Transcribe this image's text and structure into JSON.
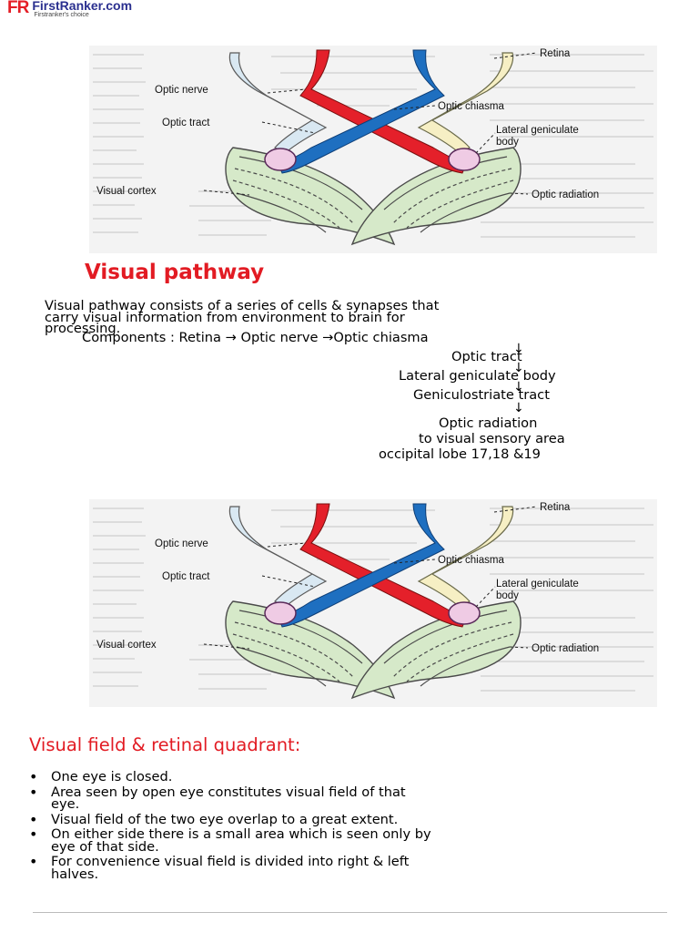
{
  "header": {
    "logo_mark": "FR",
    "logo_name": "FirstRanker.com",
    "logo_tagline": "Firstranker's choice"
  },
  "diagram": {
    "labels": {
      "retina": "Retina",
      "optic_nerve": "Optic nerve",
      "optic_chiasma": "Optic chiasma",
      "optic_tract": "Optic tract",
      "lateral_geniculate_1": "Lateral geniculate",
      "lateral_geniculate_2": "body",
      "visual_cortex": "Visual cortex",
      "optic_radiation": "Optic radiation"
    },
    "colors": {
      "red": "#e4202a",
      "blue": "#1e6fc0",
      "pale_blue": "#d9e8f2",
      "cream": "#f6efc4",
      "pink": "#efcbe4",
      "green": "#d6e9c9"
    }
  },
  "section1": {
    "title": "Visual pathway",
    "paragraph_lines": [
      "Visual pathway consists of a series of cells & synapses that",
      "carry visual information from environment to brain for",
      "processing."
    ],
    "components_line": "Components : Retina → Optic nerve →Optic chiasma",
    "steps": [
      "Optic tract",
      "Lateral geniculate body",
      "Geniculostriate tract",
      "Optic radiation",
      "to visual sensory area",
      "occipital lobe 17,18 &19"
    ],
    "down_arrow": "↓"
  },
  "section2": {
    "title": "Visual field & retinal quadrant:",
    "bullets": [
      [
        "One eye is closed."
      ],
      [
        "Area seen by open eye constitutes visual field of that",
        "eye."
      ],
      [
        "Visual field of the two eye overlap to a great extent."
      ],
      [
        "On either side there is a small area which is seen only by",
        "eye of that side."
      ],
      [
        "For convenience visual field is divided into right & left",
        "halves."
      ]
    ]
  }
}
